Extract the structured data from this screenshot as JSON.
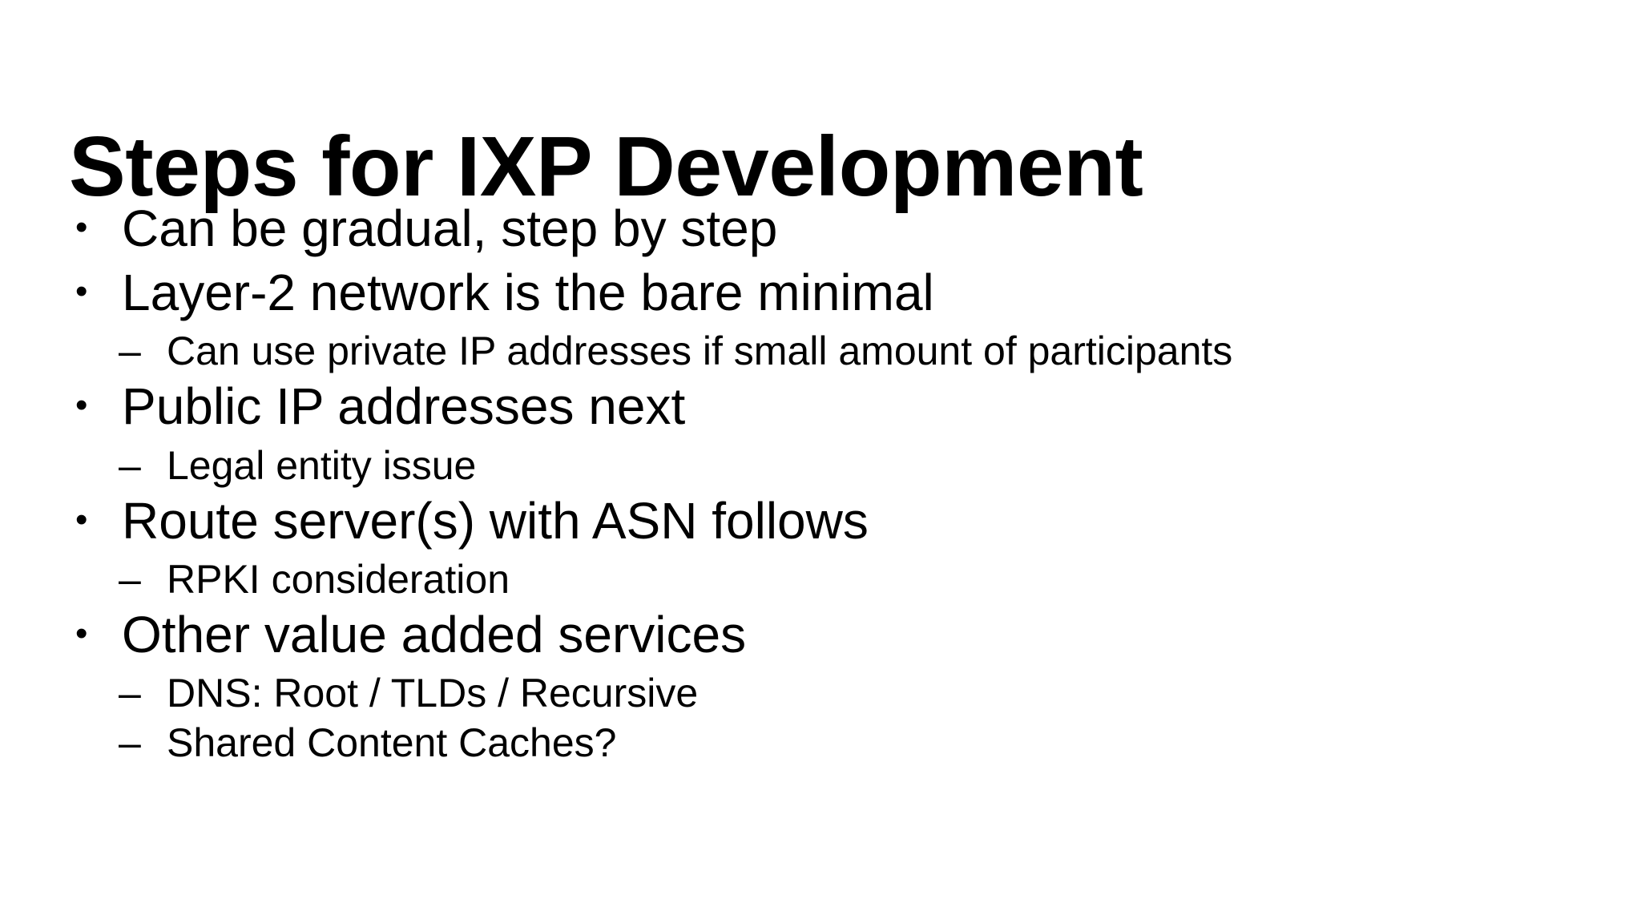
{
  "slide": {
    "title": "Steps for IXP Development",
    "background_color": "#ffffff",
    "text_color": "#000000",
    "bullet_marker": "•",
    "sub_bullet_marker": "–",
    "content": [
      {
        "text": "Can be gradual, step by step",
        "children": []
      },
      {
        "text": "Layer-2 network is the bare minimal",
        "children": [
          {
            "text": "Can use private IP addresses if small amount of participants"
          }
        ]
      },
      {
        "text": "Public IP addresses next",
        "children": [
          {
            "text": "Legal entity issue"
          }
        ]
      },
      {
        "text": "Route server(s) with ASN follows",
        "children": [
          {
            "text": "RPKI consideration"
          }
        ]
      },
      {
        "text": "Other value added services",
        "children": [
          {
            "text": "DNS: Root / TLDs / Recursive"
          },
          {
            "text": "Shared Content Caches?"
          }
        ]
      }
    ]
  }
}
